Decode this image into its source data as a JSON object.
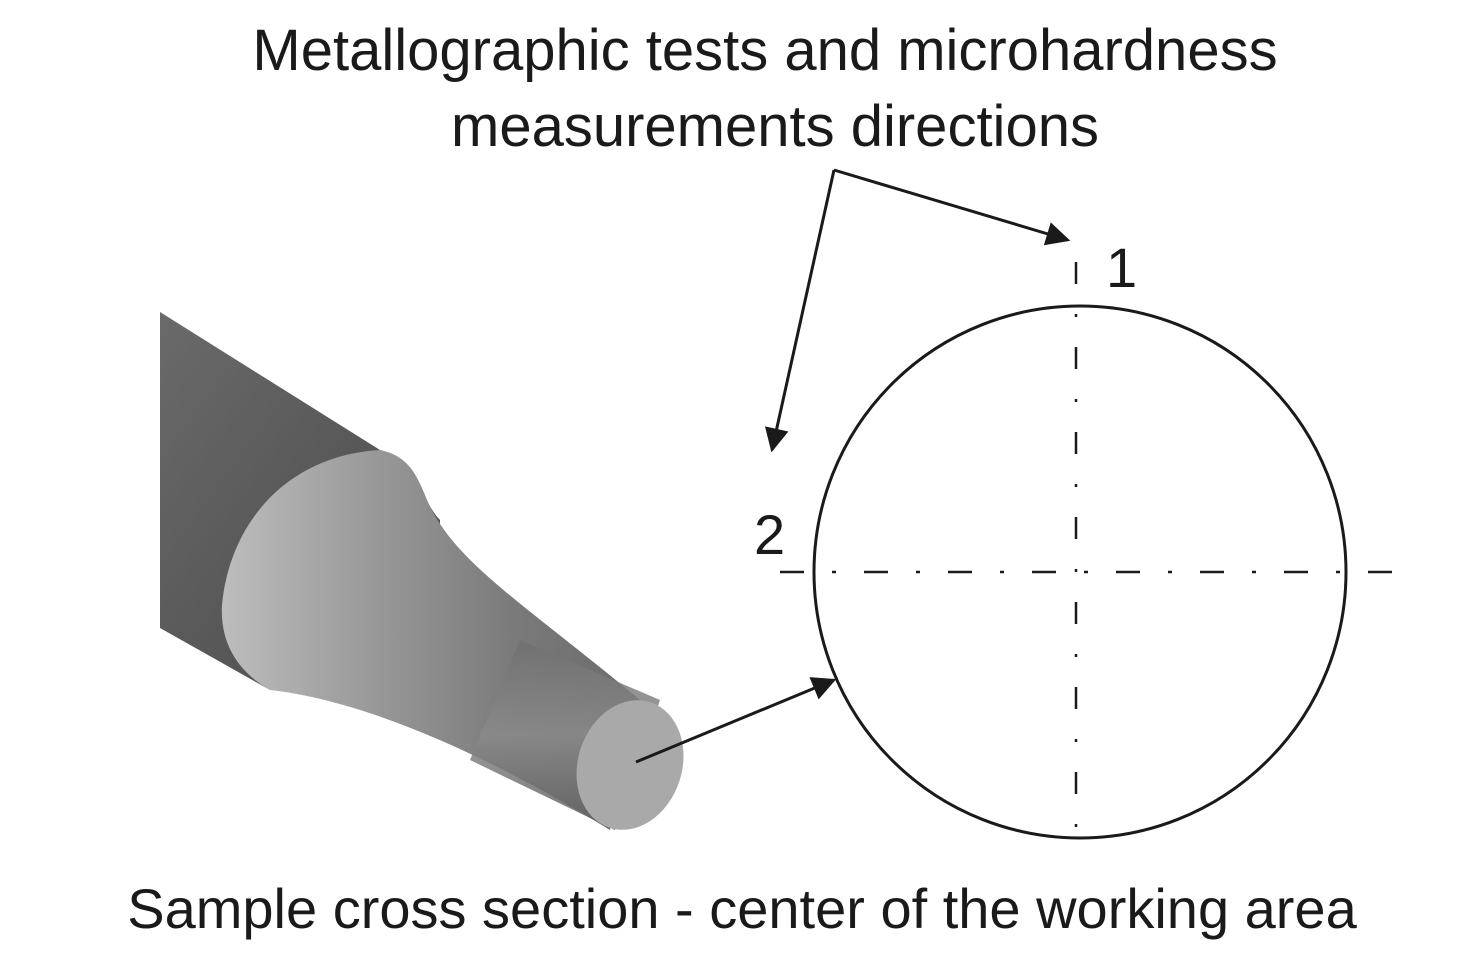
{
  "title": {
    "line1": "Metallographic tests and microhardness",
    "line2": "measurements directions"
  },
  "caption": "Sample cross section - center of the working area",
  "directions": {
    "first": "1",
    "second": "2"
  },
  "colors": {
    "line": "#1a1a1a",
    "sample_face": "#a9a9a9",
    "sample_body_dark": "#5c5c5c",
    "sample_body_light": "#b0b0b0"
  }
}
